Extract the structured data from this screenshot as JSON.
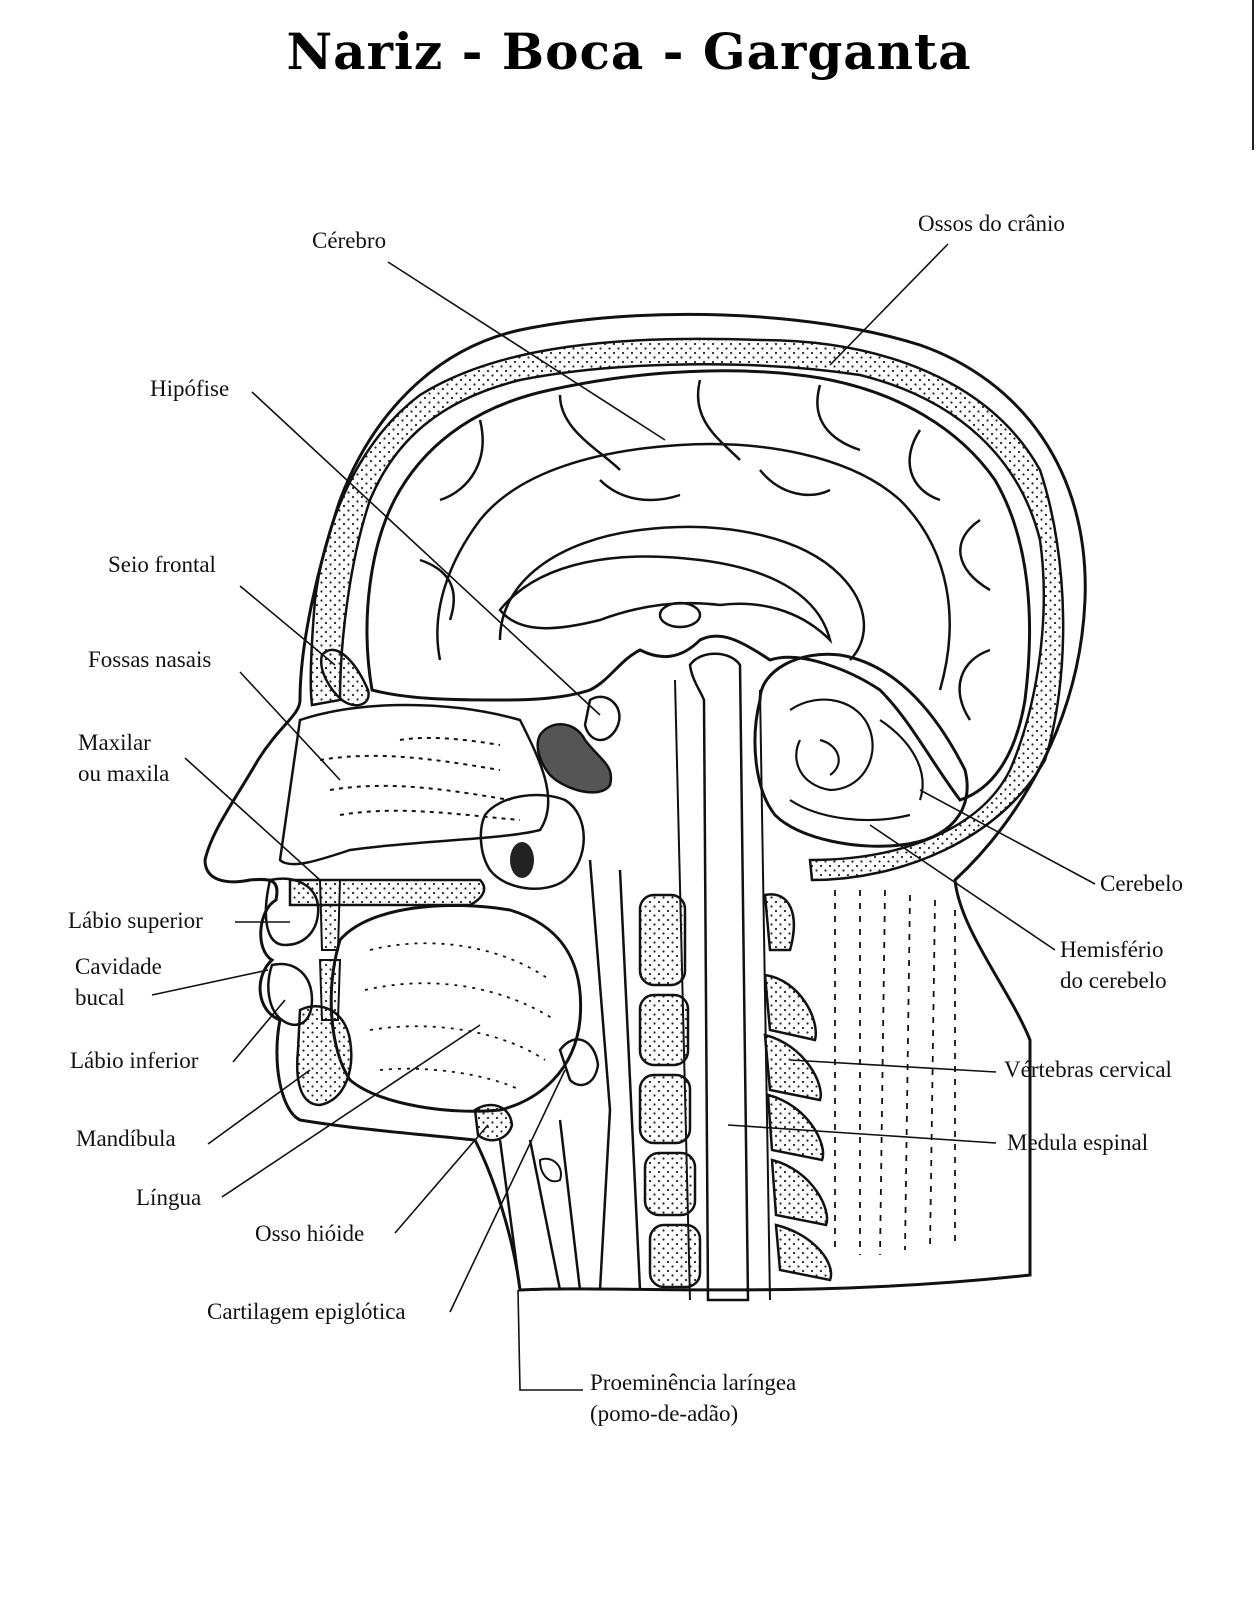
{
  "title": "Nariz - Boca - Garganta",
  "labels": {
    "cerebro": "Cérebro",
    "ossos_cranio": "Ossos do crânio",
    "hipofise": "Hipófise",
    "seio_frontal": "Seio frontal",
    "fossas_nasais": "Fossas nasais",
    "maxilar_1": "Maxilar",
    "maxilar_2": "ou maxila",
    "labio_superior": "Lábio superior",
    "cavidade_1": "Cavidade",
    "cavidade_2": "bucal",
    "labio_inferior": "Lábio inferior",
    "mandibula": "Mandíbula",
    "lingua": "Língua",
    "osso_hioide": "Osso hióide",
    "cartilagem": "Cartilagem epiglótica",
    "proeminencia_1": "Proeminência laríngea",
    "proeminencia_2": "(pomo-de-adão)",
    "cerebelo": "Cerebelo",
    "hemisferio_1": "Hemisfério",
    "hemisferio_2": "do cerebelo",
    "vertebras": "Vértebras cervical",
    "medula": "Medula espinal"
  }
}
